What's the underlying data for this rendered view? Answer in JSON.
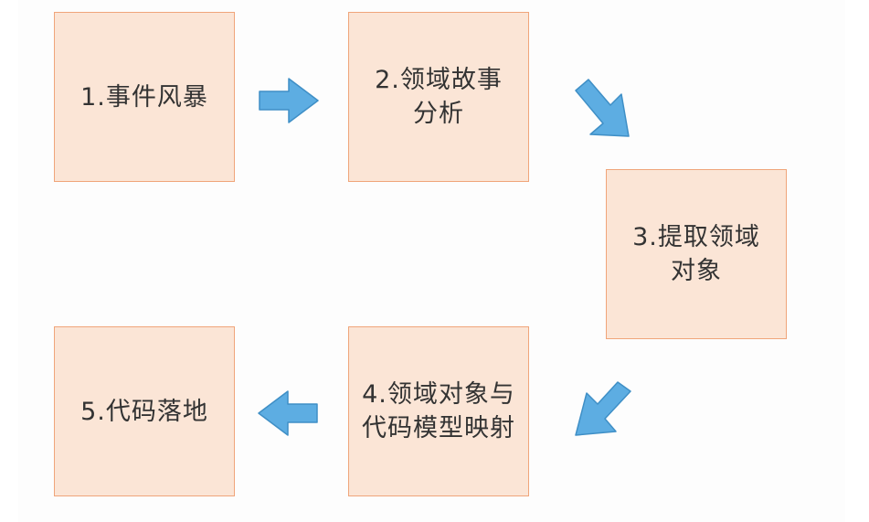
{
  "steps": [
    {
      "line1": "1.事件风暴",
      "line2": ""
    },
    {
      "line1": "2.领域故事",
      "line2": "分析"
    },
    {
      "line1": "3.提取领域",
      "line2": "对象"
    },
    {
      "line1": "4.领域对象与",
      "line2": "代码模型映射"
    },
    {
      "line1": "5.代码落地",
      "line2": ""
    }
  ],
  "colors": {
    "box_fill": "#fbe5d6",
    "box_border": "#f0a57a",
    "arrow_fill": "#5dade2",
    "text": "#333333"
  },
  "icons": [
    "arrow-right-icon",
    "arrow-down-right-icon",
    "arrow-down-left-icon",
    "arrow-left-icon"
  ]
}
